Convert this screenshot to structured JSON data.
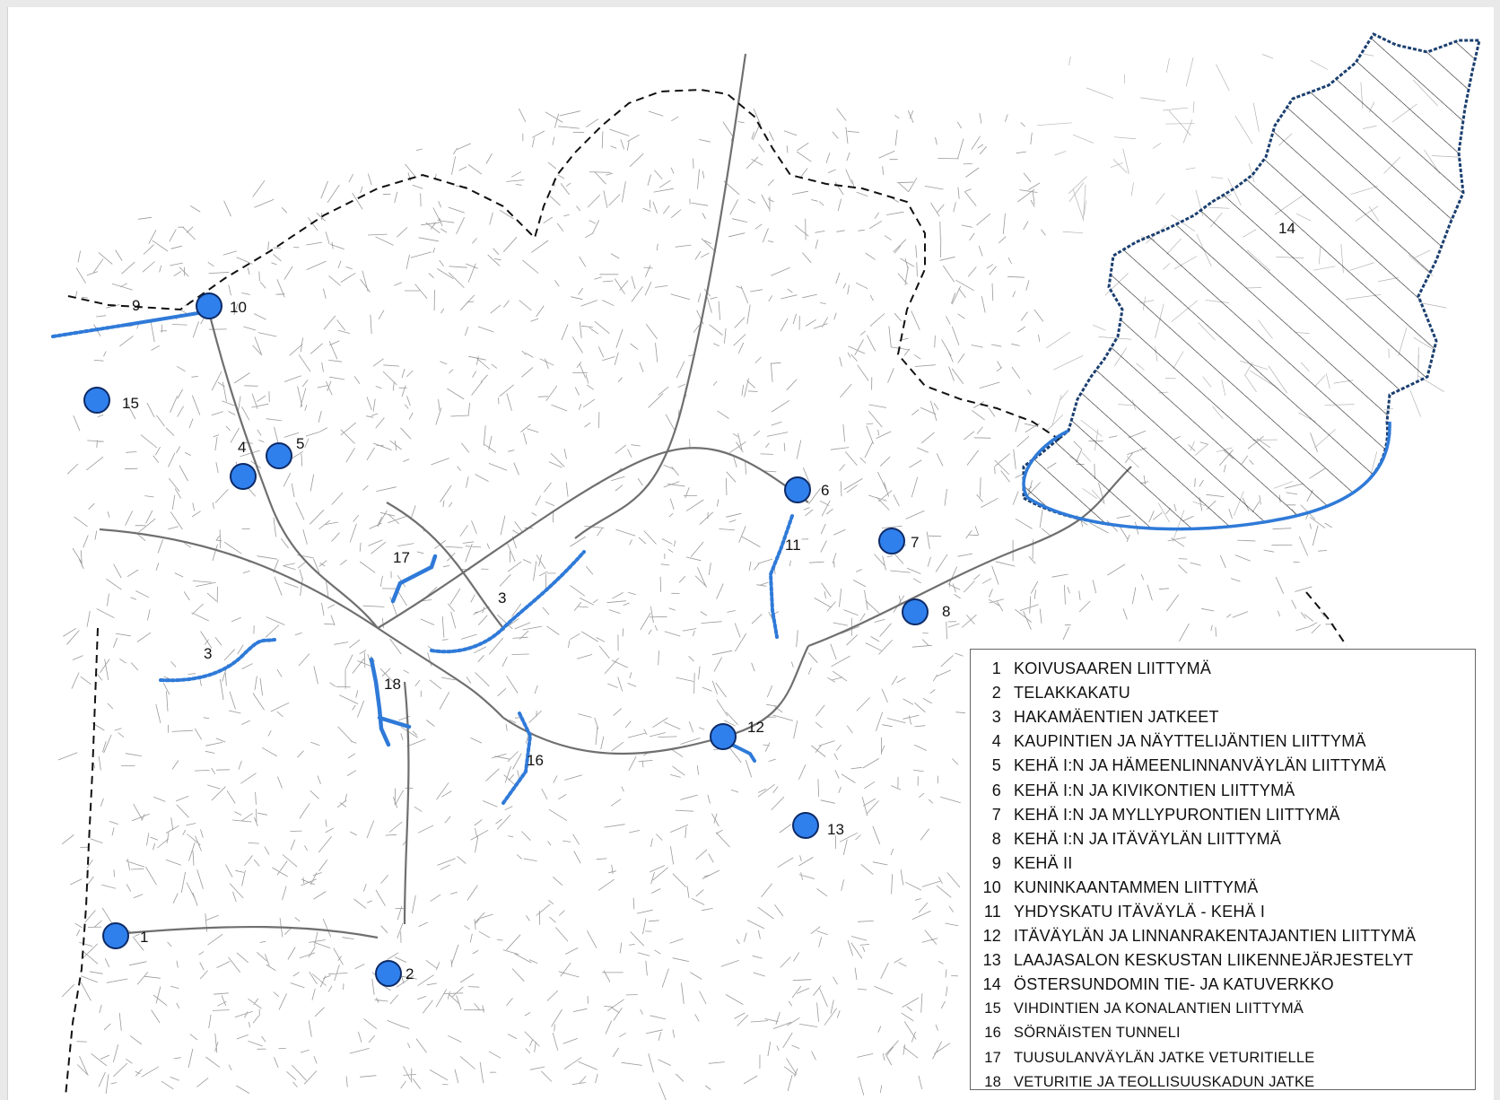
{
  "map": {
    "markers": [
      {
        "id": "1",
        "label": "1"
      },
      {
        "id": "2",
        "label": "2"
      },
      {
        "id": "4",
        "label": "4"
      },
      {
        "id": "5",
        "label": "5"
      },
      {
        "id": "6",
        "label": "6"
      },
      {
        "id": "7",
        "label": "7"
      },
      {
        "id": "8",
        "label": "8"
      },
      {
        "id": "10",
        "label": "10"
      },
      {
        "id": "12",
        "label": "12"
      },
      {
        "id": "13",
        "label": "13"
      },
      {
        "id": "15",
        "label": "15"
      }
    ],
    "route_labels": [
      {
        "id": "3a",
        "label": "3"
      },
      {
        "id": "3b",
        "label": "3"
      },
      {
        "id": "9",
        "label": "9"
      },
      {
        "id": "11",
        "label": "11"
      },
      {
        "id": "14",
        "label": "14"
      },
      {
        "id": "16",
        "label": "16"
      },
      {
        "id": "17",
        "label": "17"
      },
      {
        "id": "18",
        "label": "18"
      }
    ],
    "colors": {
      "marker_fill": "#2f80ed",
      "marker_stroke": "#0d2a66",
      "route": "#2f7ad8",
      "boundary": "#111111",
      "streets": "#9a9a9a",
      "hatched_area_outline": "#2f7ad8"
    }
  },
  "legend": {
    "items": [
      {
        "num": "1",
        "text": "KOIVUSAAREN LIITTYMÄ"
      },
      {
        "num": "2",
        "text": "TELAKKAKATU"
      },
      {
        "num": "3",
        "text": "HAKAMÄENTIEN JATKEET"
      },
      {
        "num": "4",
        "text": "KAUPINTIEN JA NÄYTTELIJÄNTIEN LIITTYMÄ"
      },
      {
        "num": "5",
        "text": "KEHÄ I:N JA HÄMEENLINNANVÄYLÄN LIITTYMÄ"
      },
      {
        "num": "6",
        "text": "KEHÄ I:N  JA KIVIKONTIEN LIITTYMÄ"
      },
      {
        "num": "7",
        "text": "KEHÄ I:N  JA MYLLYPURONTIEN LIITTYMÄ"
      },
      {
        "num": "8",
        "text": "KEHÄ I:N JA ITÄVÄYLÄN LIITTYMÄ"
      },
      {
        "num": "9",
        "text": "KEHÄ II"
      },
      {
        "num": "10",
        "text": "KUNINKAANTAMMEN LIITTYMÄ"
      },
      {
        "num": "11",
        "text": "YHDYSKATU ITÄVÄYLÄ - KEHÄ I"
      },
      {
        "num": "12",
        "text": "ITÄVÄYLÄN JA LINNANRAKENTAJANTIEN LIITTYMÄ"
      },
      {
        "num": "13",
        "text": "LAAJASALON KESKUSTAN LIIKENNEJÄRJESTELYT"
      },
      {
        "num": "14",
        "text": "ÖSTERSUNDOMIN TIE- JA KATUVERKKO"
      },
      {
        "num": "15",
        "text": "VIHDINTIEN JA KONALANTIEN LIITTYMÄ"
      },
      {
        "num": "16",
        "text": "SÖRNÄISTEN TUNNELI"
      },
      {
        "num": "17",
        "text": "TUUSULANVÄYLÄN JATKE VETURITIELLE"
      },
      {
        "num": "18",
        "text": "VETURITIE JA TEOLLISUUSKADUN JATKE"
      }
    ]
  }
}
